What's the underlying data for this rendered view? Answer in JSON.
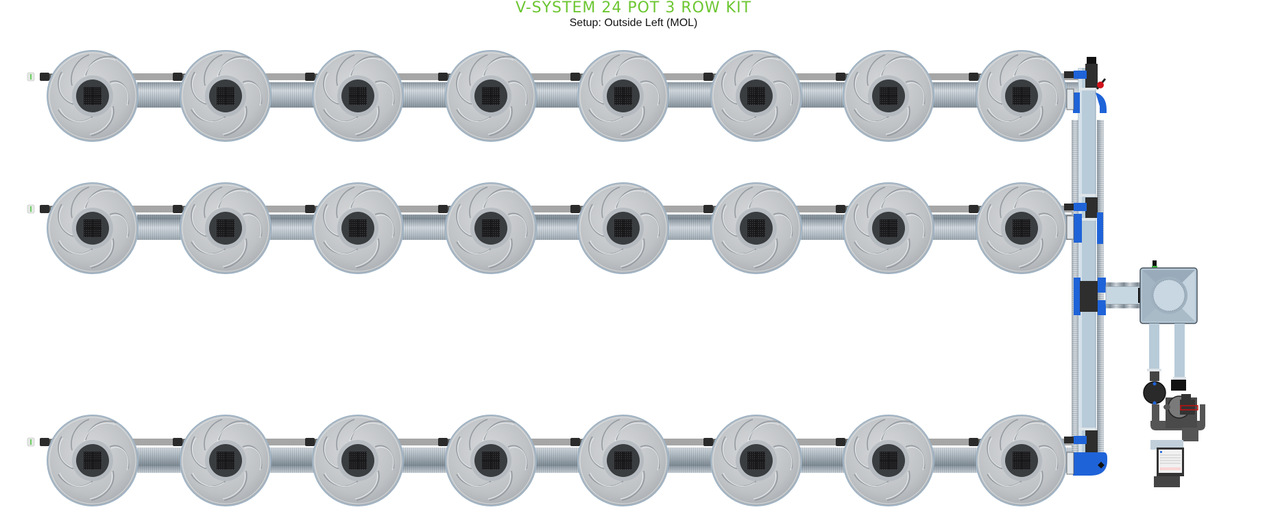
{
  "header": {
    "title": "V-SYSTEM 24 POT 3 ROW KIT",
    "subtitle": "Setup: Outside Left (MOL)"
  },
  "colors": {
    "title_green": "#6cc631",
    "pot_face": "#c4c7ca",
    "pot_rim": "#9fb3c4",
    "pot_center": "#3a3d40",
    "hose": "#b9c3cc",
    "manifold_pipe": "#b8cbd9",
    "fitting_blue": "#1f63d8",
    "fitting_dark": "#2e2e2e",
    "valve_red": "#d0121b"
  },
  "layout": {
    "rows": 3,
    "pots_per_row": 8,
    "total_pots": 24,
    "pot_x": [
      135,
      329,
      522,
      716,
      909,
      1103,
      1296,
      1490
    ],
    "row_y": [
      140,
      333,
      672
    ],
    "pot_radius": 66
  },
  "components": {
    "pot": "pot-icon",
    "drip_line": "drip-line",
    "corrugated_hose": "corrugated-hose",
    "manifold": "manifold-pipe",
    "reservoir": "reservoir-tank",
    "pump": "pump-unit",
    "filter": "filter-canister",
    "end_cap": "end-cap"
  }
}
